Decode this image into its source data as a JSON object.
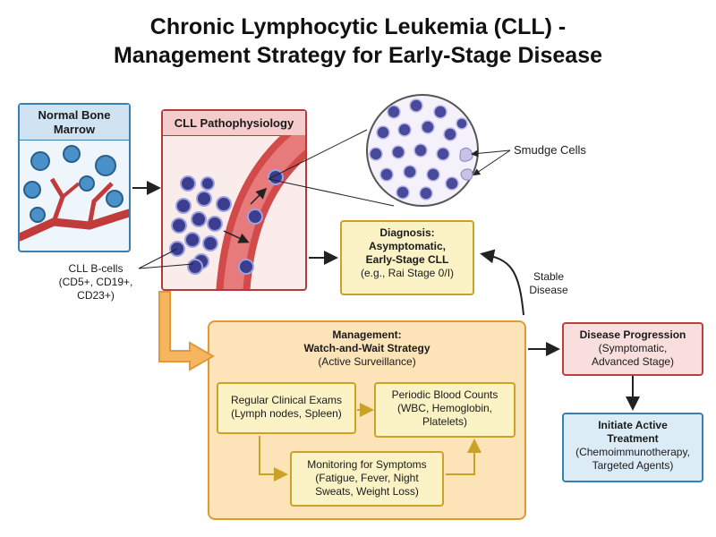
{
  "title": {
    "line1": "Chronic Lymphocytic Leukemia (CLL) -",
    "line2": "Management Strategy for Early-Stage Disease"
  },
  "normal_marrow": {
    "label_line1": "Normal Bone",
    "label_line2": "Marrow"
  },
  "pathophysiology": {
    "label": "CLL Pathophysiology"
  },
  "smudge": {
    "label": "Smudge Cells"
  },
  "bcells": {
    "line1": "CLL B-cells",
    "line2": "(CD5+, CD19+,",
    "line3": "CD23+)"
  },
  "diagnosis": {
    "line1": "Diagnosis:",
    "line2": "Asymptomatic,",
    "line3": "Early-Stage CLL",
    "line4": "(e.g., Rai Stage 0/I)"
  },
  "stable": {
    "line1": "Stable",
    "line2": "Disease"
  },
  "management": {
    "line1": "Management:",
    "line2": "Watch-and-Wait Strategy",
    "line3": "(Active Surveillance)"
  },
  "exams": {
    "line1": "Regular Clinical Exams",
    "line2": "(Lymph nodes, Spleen)"
  },
  "blood": {
    "line1": "Periodic Blood Counts",
    "line2": "(WBC, Hemoglobin,",
    "line3": "Platelets)"
  },
  "symptoms": {
    "line1": "Monitoring for Symptoms",
    "line2": "(Fatigue, Fever, Night",
    "line3": "Sweats, Weight Loss)"
  },
  "progression": {
    "line1": "Disease Progression",
    "line2": "(Symptomatic,",
    "line3": "Advanced Stage)"
  },
  "treatment": {
    "line1": "Initiate Active",
    "line2": "Treatment",
    "line3": "(Chemoimmunotherapy,",
    "line4": "Targeted Agents)"
  },
  "colors": {
    "marrow_fill": "#dcecf7",
    "marrow_border": "#3a7fb3",
    "patho_fill": "#f7dede",
    "patho_border": "#b13a3a",
    "yellow_fill": "#fbf3c6",
    "yellow_border": "#c9a227",
    "orange_fill": "#fce3b8",
    "orange_border": "#e0983a",
    "prog_fill": "#f9dede",
    "prog_border": "#b84040",
    "treat_fill": "#dcecf7",
    "treat_border": "#3a7fb3",
    "cell": "#3d3d8f"
  }
}
